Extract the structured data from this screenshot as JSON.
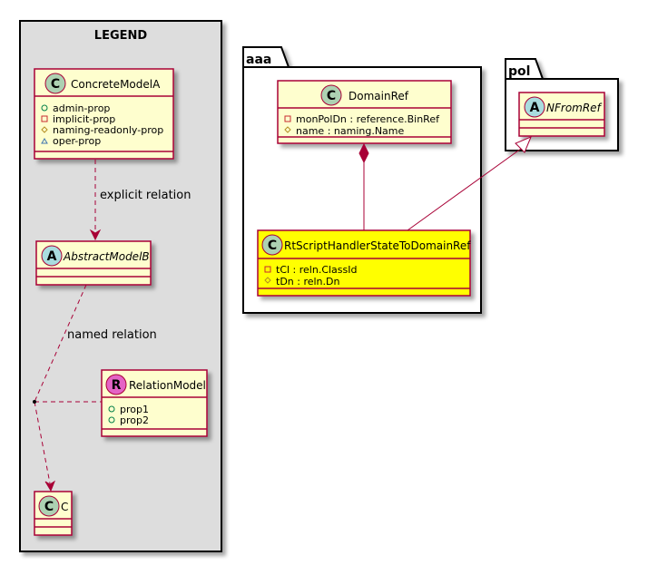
{
  "legend": {
    "title": "LEGEND",
    "classes": {
      "concrete": {
        "stereo": "C",
        "name": "ConcreteModelA",
        "props": [
          {
            "vis": "public",
            "text": "admin-prop"
          },
          {
            "vis": "private",
            "text": "implicit-prop"
          },
          {
            "vis": "protected",
            "text": "naming-readonly-prop"
          },
          {
            "vis": "package",
            "text": "oper-prop"
          }
        ]
      },
      "abstract": {
        "stereo": "A",
        "name": "AbstractModelB"
      },
      "relation": {
        "stereo": "R",
        "name": "RelationModel",
        "props": [
          {
            "vis": "public",
            "text": "prop1"
          },
          {
            "vis": "public",
            "text": "prop2"
          }
        ]
      },
      "c": {
        "stereo": "C",
        "name": "C"
      }
    },
    "edges": {
      "explicit": "explicit relation",
      "named": "named relation"
    }
  },
  "packages": {
    "aaa": {
      "name": "aaa",
      "domain_ref": {
        "stereo": "C",
        "name": "DomainRef",
        "props": [
          {
            "vis": "private",
            "text": "monPolDn : reference.BinRef"
          },
          {
            "vis": "protected",
            "text": "name : naming.Name"
          }
        ]
      },
      "handler": {
        "stereo": "C",
        "name": "RtScriptHandlerStateToDomainRef",
        "props": [
          {
            "vis": "private",
            "text": "tCl : reln.ClassId"
          },
          {
            "vis": "protected",
            "text": "tDn : reln.Dn"
          }
        ]
      }
    },
    "pol": {
      "name": "pol",
      "nfrom": {
        "stereo": "A",
        "name": "NFromRef"
      }
    }
  },
  "colors": {
    "class_fill": "#FEFECE",
    "class_border": "#A80036",
    "highlight_fill": "#FFFF00",
    "legend_fill": "#DDDDDD",
    "stereo_c": "#ADD1B2",
    "stereo_a": "#A9DCDF",
    "stereo_r": "#E463C5",
    "edge": "#A80036"
  }
}
